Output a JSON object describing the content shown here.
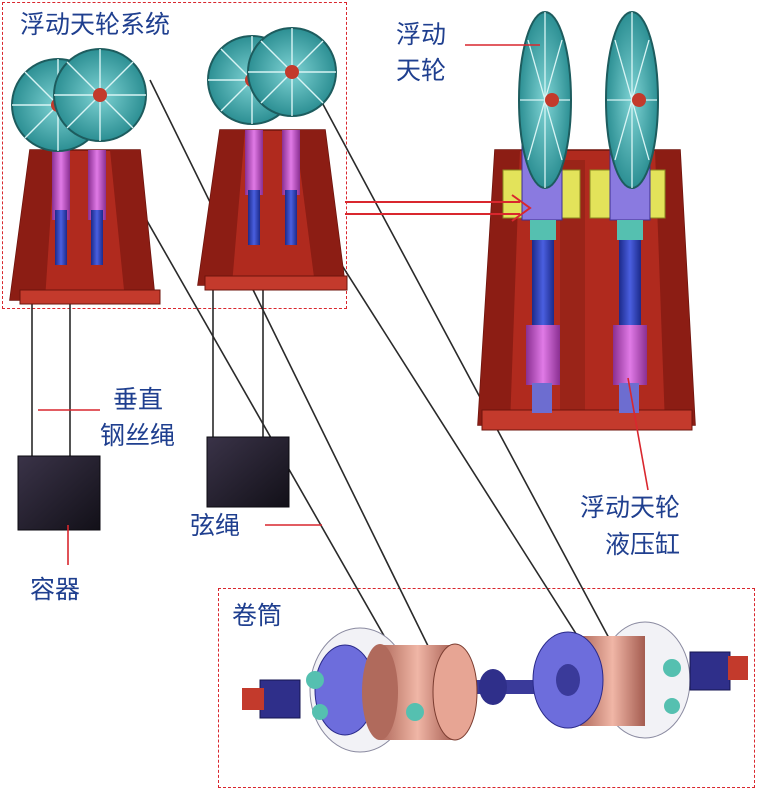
{
  "labels": {
    "floating_sheave_system": "浮动天轮系统",
    "floating_sheave": [
      "浮动",
      "天轮"
    ],
    "vertical_rope": [
      "垂直",
      "钢丝绳"
    ],
    "conveyance": "容器",
    "chord_rope": "弦绳",
    "floating_sheave_cylinder": [
      "浮动天轮",
      "液压缸"
    ],
    "drum": "卷筒"
  },
  "colors": {
    "label_text": "#1f3f8f",
    "dashed_box": "#d9272e",
    "leader_line": "#d9272e",
    "frame_red": "#b02a1e",
    "wheel_teal": "#3aa5a8",
    "cylinder_blue": "#3040b8",
    "cylinder_magenta": "#c34fc6",
    "container": "#1e1a2a",
    "drum_copper": "#c98a7a"
  }
}
